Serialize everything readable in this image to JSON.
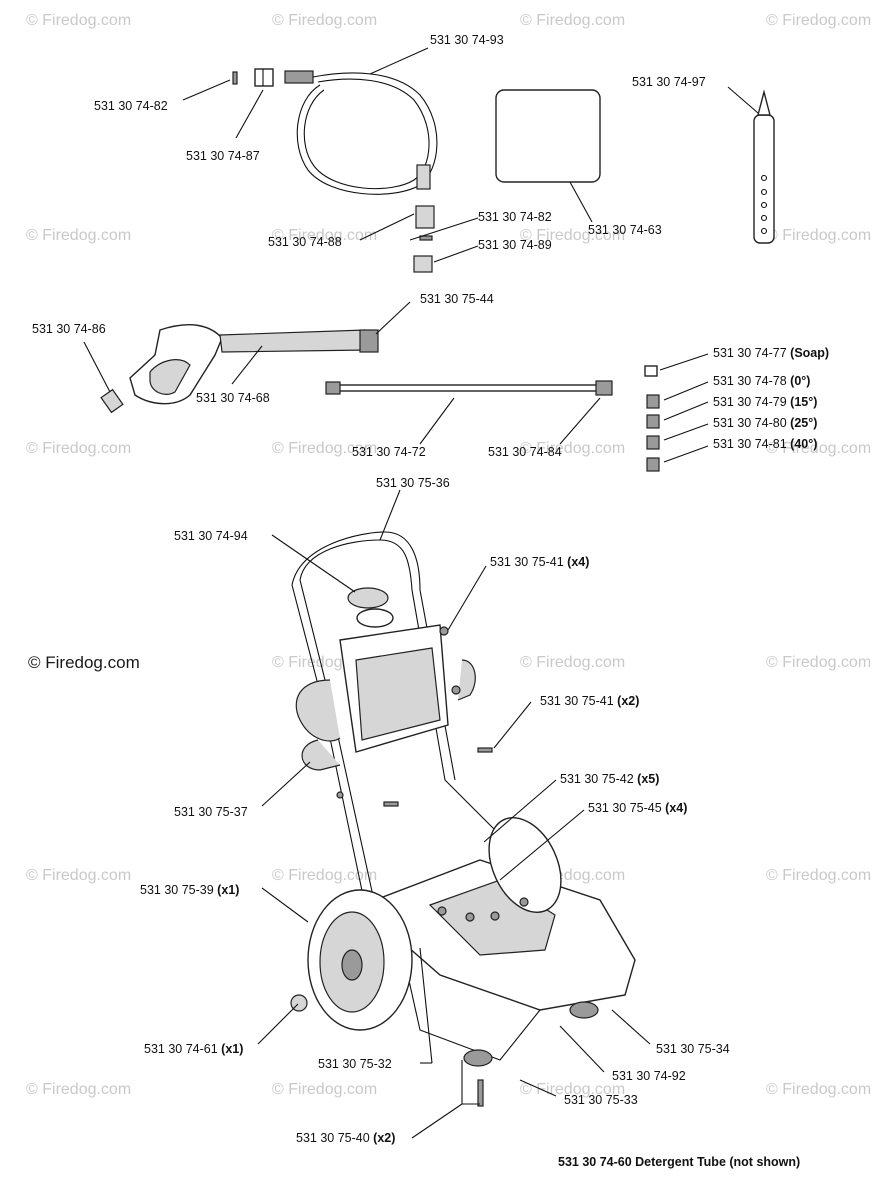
{
  "watermark": {
    "text": "© Firedog.com",
    "main_text": "© Firedog.com"
  },
  "parts": {
    "p_82_top": "531 30 74-82",
    "p_93": "531 30 74-93",
    "p_87": "531 30 74-87",
    "p_97": "531 30 74-97",
    "p_82_mid": "531 30 74-82",
    "p_63": "531 30 74-63",
    "p_88": "531 30 74-88",
    "p_89": "531 30 74-89",
    "p_75_44": "531 30 75-44",
    "p_86": "531 30 74-86",
    "p_68": "531 30 74-68",
    "p_77": "531 30 74-77",
    "p_77_q": "(Soap)",
    "p_78": "531 30 74-78",
    "p_78_q": "(0°)",
    "p_79": "531 30 74-79",
    "p_79_q": "(15°)",
    "p_80": "531 30 74-80",
    "p_80_q": "(25°)",
    "p_81": "531 30 74-81",
    "p_81_q": "(40°)",
    "p_72": "531 30 74-72",
    "p_84": "531 30 74-84",
    "p_75_36": "531 30 75-36",
    "p_94": "531 30 74-94",
    "p_75_41a": "531 30 75-41",
    "p_75_41a_q": "(x4)",
    "p_75_41b": "531 30 75-41",
    "p_75_41b_q": "(x2)",
    "p_75_37": "531 30 75-37",
    "p_75_42": "531 30 75-42",
    "p_75_42_q": "(x5)",
    "p_75_45": "531 30 75-45",
    "p_75_45_q": "(x4)",
    "p_75_39": "531 30 75-39",
    "p_75_39_q": "(x1)",
    "p_61": "531 30 74-61",
    "p_61_q": "(x1)",
    "p_75_32": "531 30 75-32",
    "p_75_34": "531 30 75-34",
    "p_92": "531 30 74-92",
    "p_75_33": "531 30 75-33",
    "p_75_40": "531 30 75-40",
    "p_75_40_q": "(x2)"
  },
  "footnote": "531 30 74-60 Detergent Tube (not shown)"
}
